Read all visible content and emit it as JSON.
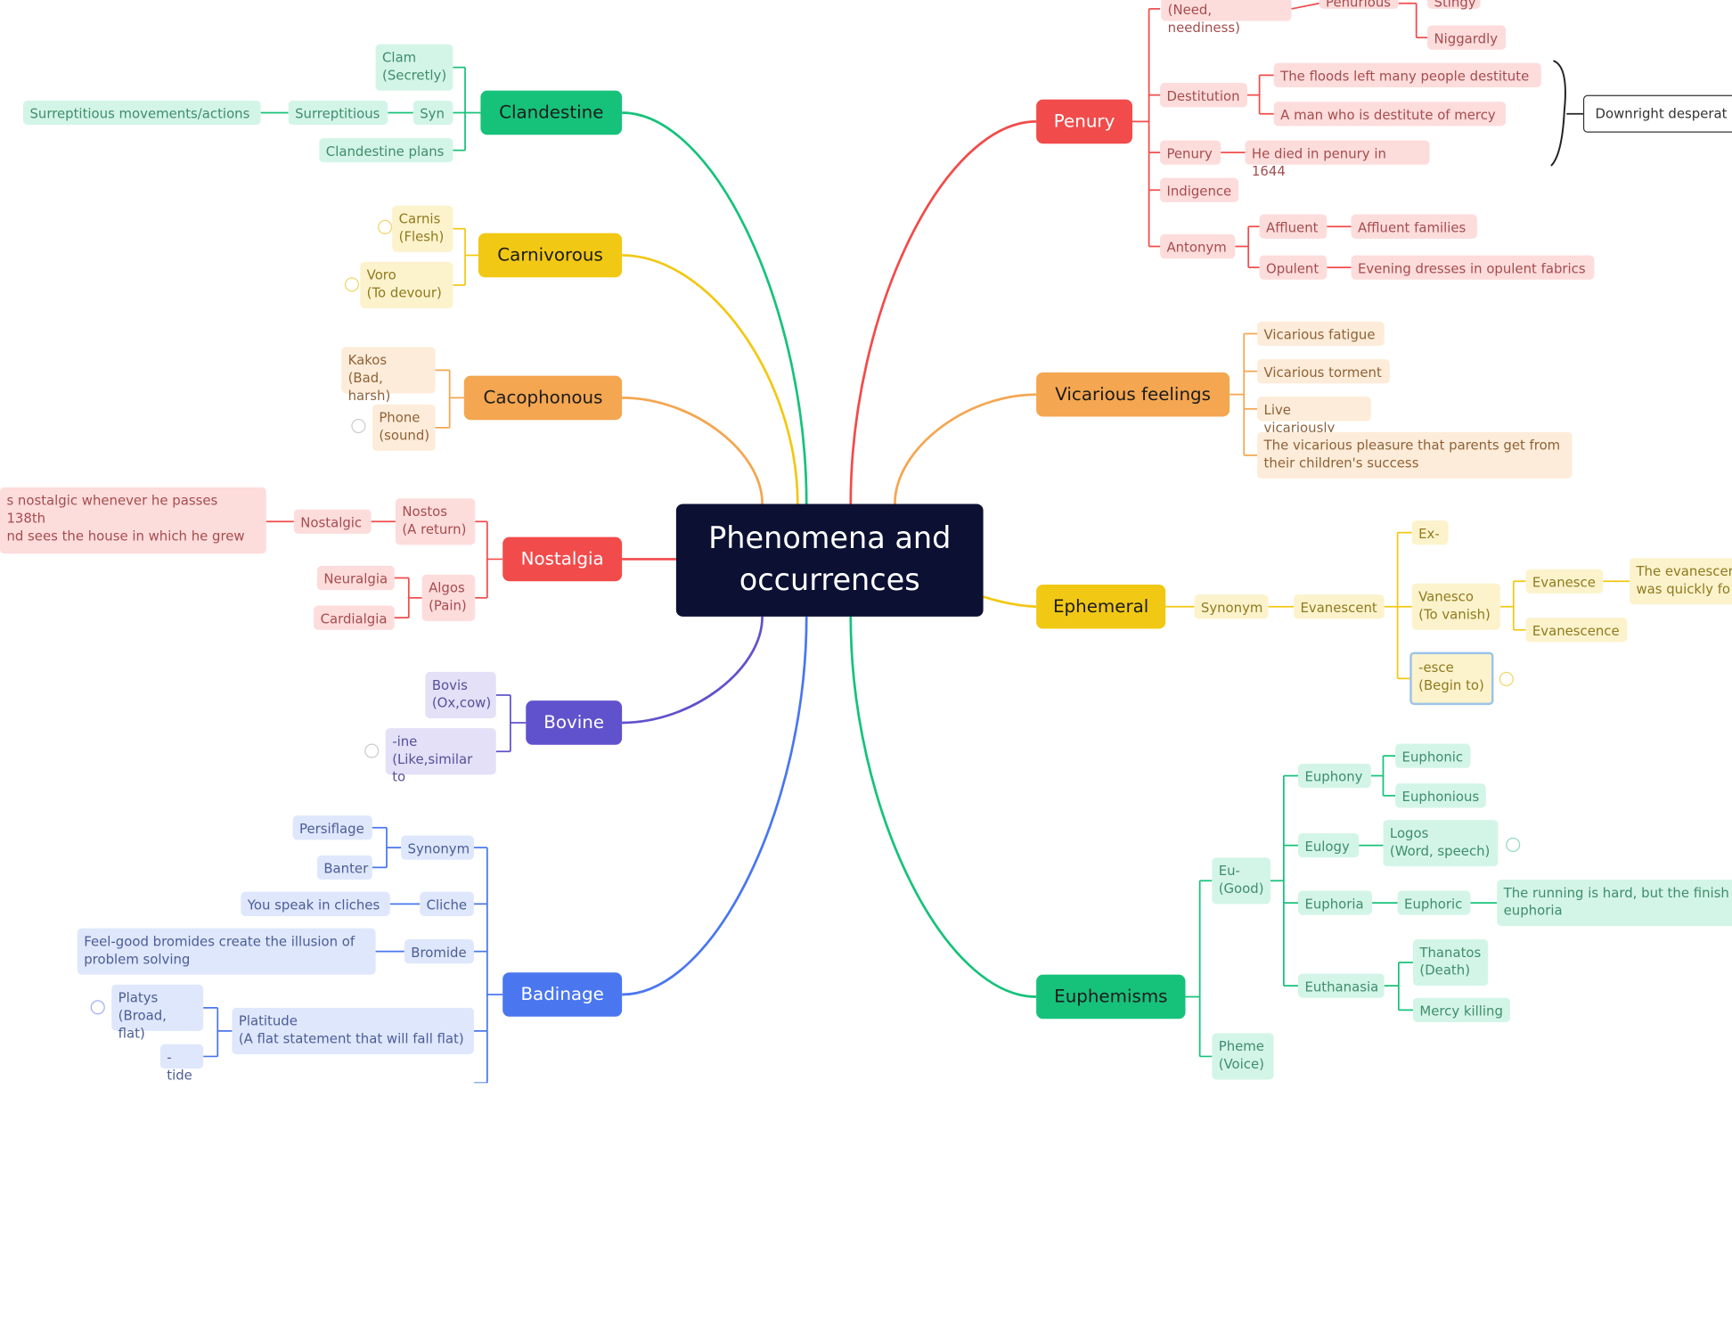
{
  "colors": {
    "center": "#0c1033",
    "Clandestine": "#16c27a",
    "Carnivorous": "#f1c814",
    "Cacophonous": "#f4a650",
    "Nostalgia": "#f24b4b",
    "Bovine": "#6052cc",
    "Badinage": "#4a77ef",
    "Penury": "#f24b4b",
    "Vicarious": "#f4a650",
    "Ephemeral": "#f1c814",
    "Euphemisms": "#16c27a"
  },
  "center": "Phenomena and\noccurrences",
  "topics": {
    "clandestine": "Clandestine",
    "carnivorous": "Carnivorous",
    "cacophonous": "Cacophonous",
    "nostalgia": "Nostalgia",
    "bovine": "Bovine",
    "badinage": "Badinage",
    "penury": "Penury",
    "vicarious": "Vicarious feelings",
    "ephemeral": "Ephemeral",
    "euphemisms": "Euphemisms"
  },
  "clandestine": {
    "clam": "Clam\n(Secretly)",
    "syn": "Syn",
    "surreptitious": "Surreptitious",
    "surreptitious_movements": "Surreptitious movements/actions",
    "plans": "Clandestine plans"
  },
  "carnivorous": {
    "carnis": "Carnis\n(Flesh)",
    "voro": "Voro\n(To devour)"
  },
  "cacophonous": {
    "kakos": "Kakos\n(Bad, harsh)",
    "phone": "Phone\n(sound)"
  },
  "nostalgia": {
    "nostos": "Nostos\n(A return)",
    "nostalgic": "Nostalgic",
    "sentence": "s nostalgic whenever he passes 138th\nnd sees the house in which he grew",
    "algos": "Algos\n(Pain)",
    "neuralgia": "Neuralgia",
    "cardialgia": "Cardialgia"
  },
  "bovine": {
    "bovis": "Bovis\n(Ox,cow)",
    "ine": "-ine\n(Like,similar to"
  },
  "badinage": {
    "synonym": "Synonym",
    "persiflage": "Persiflage",
    "banter": "Banter",
    "cliche": "Cliche",
    "cliche_ex": "You speak in cliches",
    "bromide": "Bromide",
    "bromide_ex": "Feel-good bromides create the illusion of\nproblem solving",
    "platitude": "Platitude\n(A flat statement that will fall flat)",
    "platys": "Platys\n(Broad, flat)",
    "tide": "-tide"
  },
  "penury": {
    "need": "(Need, neediness)",
    "penurious": "Penurious",
    "stingy": "Stingy",
    "niggardly": "Niggardly",
    "destitution": "Destitution",
    "floods": "The floods left many people destitute",
    "man": "A man who is destitute of mercy",
    "penury_node": "Penury",
    "died": "He died in penury in 1644",
    "indigence": "Indigence",
    "antonym": "Antonym",
    "affluent": "Affluent",
    "affluent_families": "Affluent families",
    "opulent": "Opulent",
    "evening": "Evening dresses in opulent fabrics",
    "summary": "Downright desperat"
  },
  "vicarious": {
    "fatigue": "Vicarious fatigue",
    "torment": "Vicarious torment",
    "live": "Live vicariously",
    "pleasure": "The vicarious pleasure that parents get from\ntheir children's success"
  },
  "ephemeral": {
    "synonym": "Synonym",
    "evanescent": "Evanescent",
    "ex": "Ex-",
    "vanesco": "Vanesco\n(To vanish)",
    "esce": "-esce\n(Begin to)",
    "evanesce": "Evanesce",
    "evanescence": "Evanescence",
    "evanesce_ex": "The evanescer\nwas quickly fo"
  },
  "euphemisms": {
    "eu": "Eu-\n(Good)",
    "euphony": "Euphony",
    "euphonic": "Euphonic",
    "euphonious": "Euphonious",
    "eulogy": "Eulogy",
    "logos": "Logos\n(Word, speech)",
    "euphoria": "Euphoria",
    "euphoric": "Euphoric",
    "euphoria_ex": "The running is hard, but the finish\neuphoria",
    "euthanasia": "Euthanasia",
    "thanatos": "Thanatos\n(Death)",
    "mercy": "Mercy killing",
    "pheme": "Pheme\n(Voice)"
  }
}
